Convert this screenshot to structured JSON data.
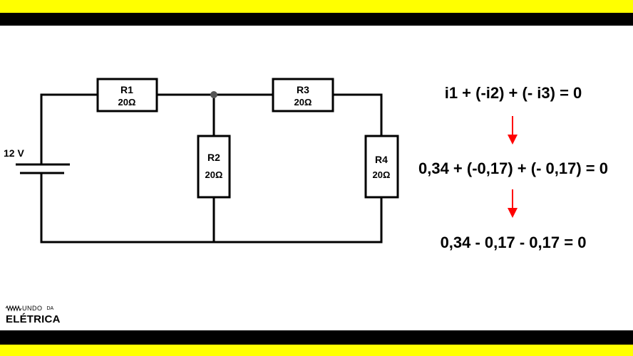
{
  "battery": {
    "label": "12 V"
  },
  "resistors": [
    {
      "name": "R1",
      "value": "20Ω"
    },
    {
      "name": "R2",
      "value": "20Ω"
    },
    {
      "name": "R3",
      "value": "20Ω"
    },
    {
      "name": "R4",
      "value": "20Ω"
    }
  ],
  "equations": {
    "line1": "i1 + (-i2) + (- i3) = 0",
    "line2": "0,34 + (-0,17) + (- 0,17) = 0",
    "line3": "0,34 - 0,17 - 0,17 = 0"
  },
  "logo": {
    "top_word": "UNDO",
    "top_small": "DA",
    "bottom_word": "ELÉTRICA"
  },
  "colors": {
    "band_yellow": "#ffff00",
    "band_black": "#000000",
    "arrow": "#ff0000",
    "node": "#555555"
  }
}
